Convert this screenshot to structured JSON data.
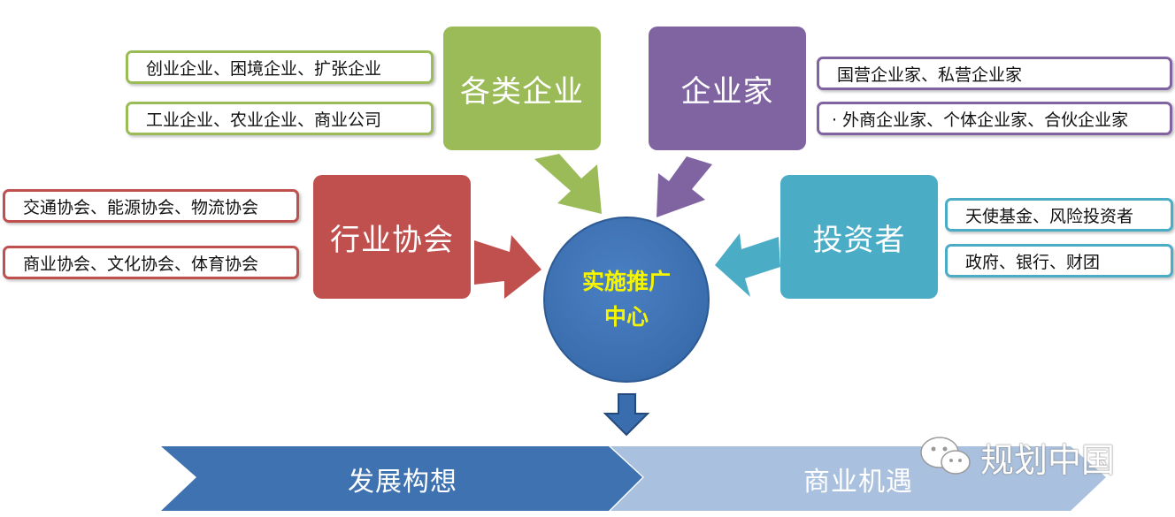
{
  "center": {
    "line1": "实施推广",
    "line2": "中心"
  },
  "blocks": {
    "enterprises": "各类企业",
    "entrepreneurs": "企业家",
    "associations": "行业协会",
    "investors": "投资者"
  },
  "tags": {
    "enterprises": [
      "创业企业、困境企业、扩张企业",
      "工业企业、农业企业、商业公司"
    ],
    "entrepreneurs": [
      "国营企业家、私营企业家",
      "· 外商企业家、个体企业家、合伙企业家"
    ],
    "associations": [
      "交通协会、能源协会、物流协会",
      "商业协会、文化协会、体育协会"
    ],
    "investors": [
      "天使基金、风险投资者",
      "政府、银行、财团"
    ]
  },
  "bottom": {
    "left": "发展构想",
    "right": "商业机遇"
  },
  "watermark": "规划中国",
  "colors": {
    "green": "#9bbb59",
    "purple": "#8064a2",
    "red": "#c0504d",
    "teal": "#4bacc6",
    "blue": "#3a6dad",
    "light_blue": "#95b3d7",
    "center_text": "#f5f500"
  }
}
